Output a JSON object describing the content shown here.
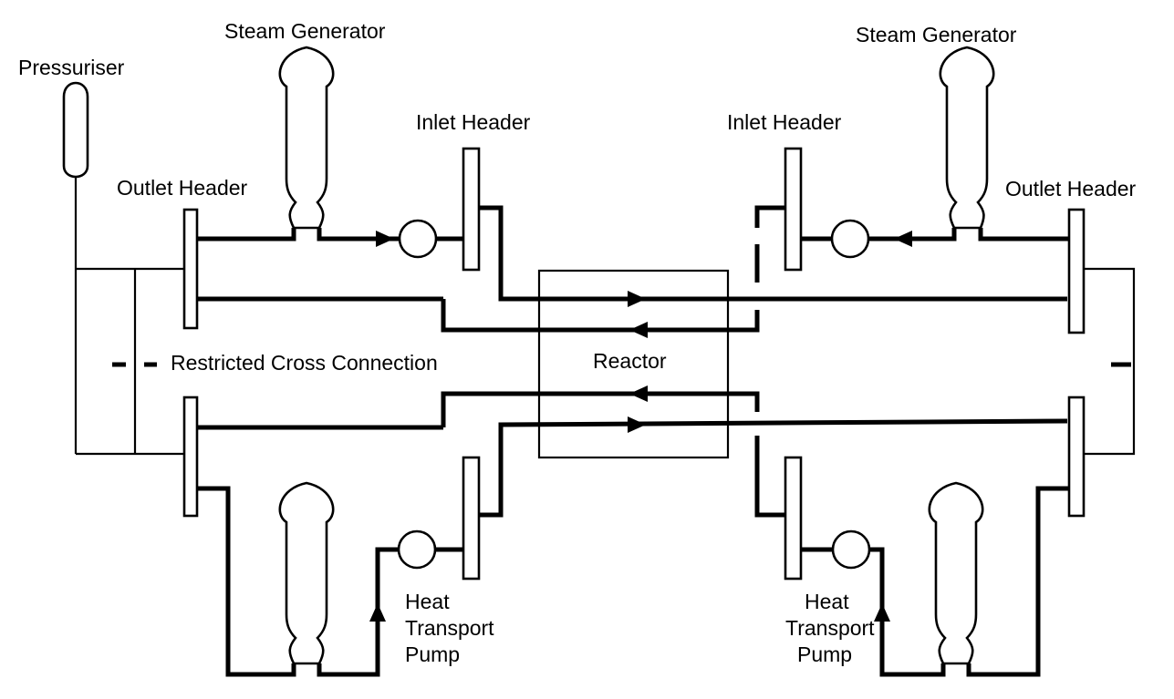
{
  "diagram": {
    "labels": {
      "pressuriser": "Pressuriser",
      "sg_left": "Steam Generator",
      "sg_right": "Steam Generator",
      "inlet_left": "Inlet Header",
      "inlet_right": "Inlet Header",
      "outlet_left": "Outlet Header",
      "outlet_right": "Outlet Header",
      "cross_connection": "Restricted Cross Connection",
      "reactor": "Reactor",
      "pump_left": {
        "line1": "Heat",
        "line2": "Transport",
        "line3": "Pump"
      },
      "pump_right": {
        "line1": "Heat",
        "line2": "Transport",
        "line3": "Pump"
      }
    }
  }
}
